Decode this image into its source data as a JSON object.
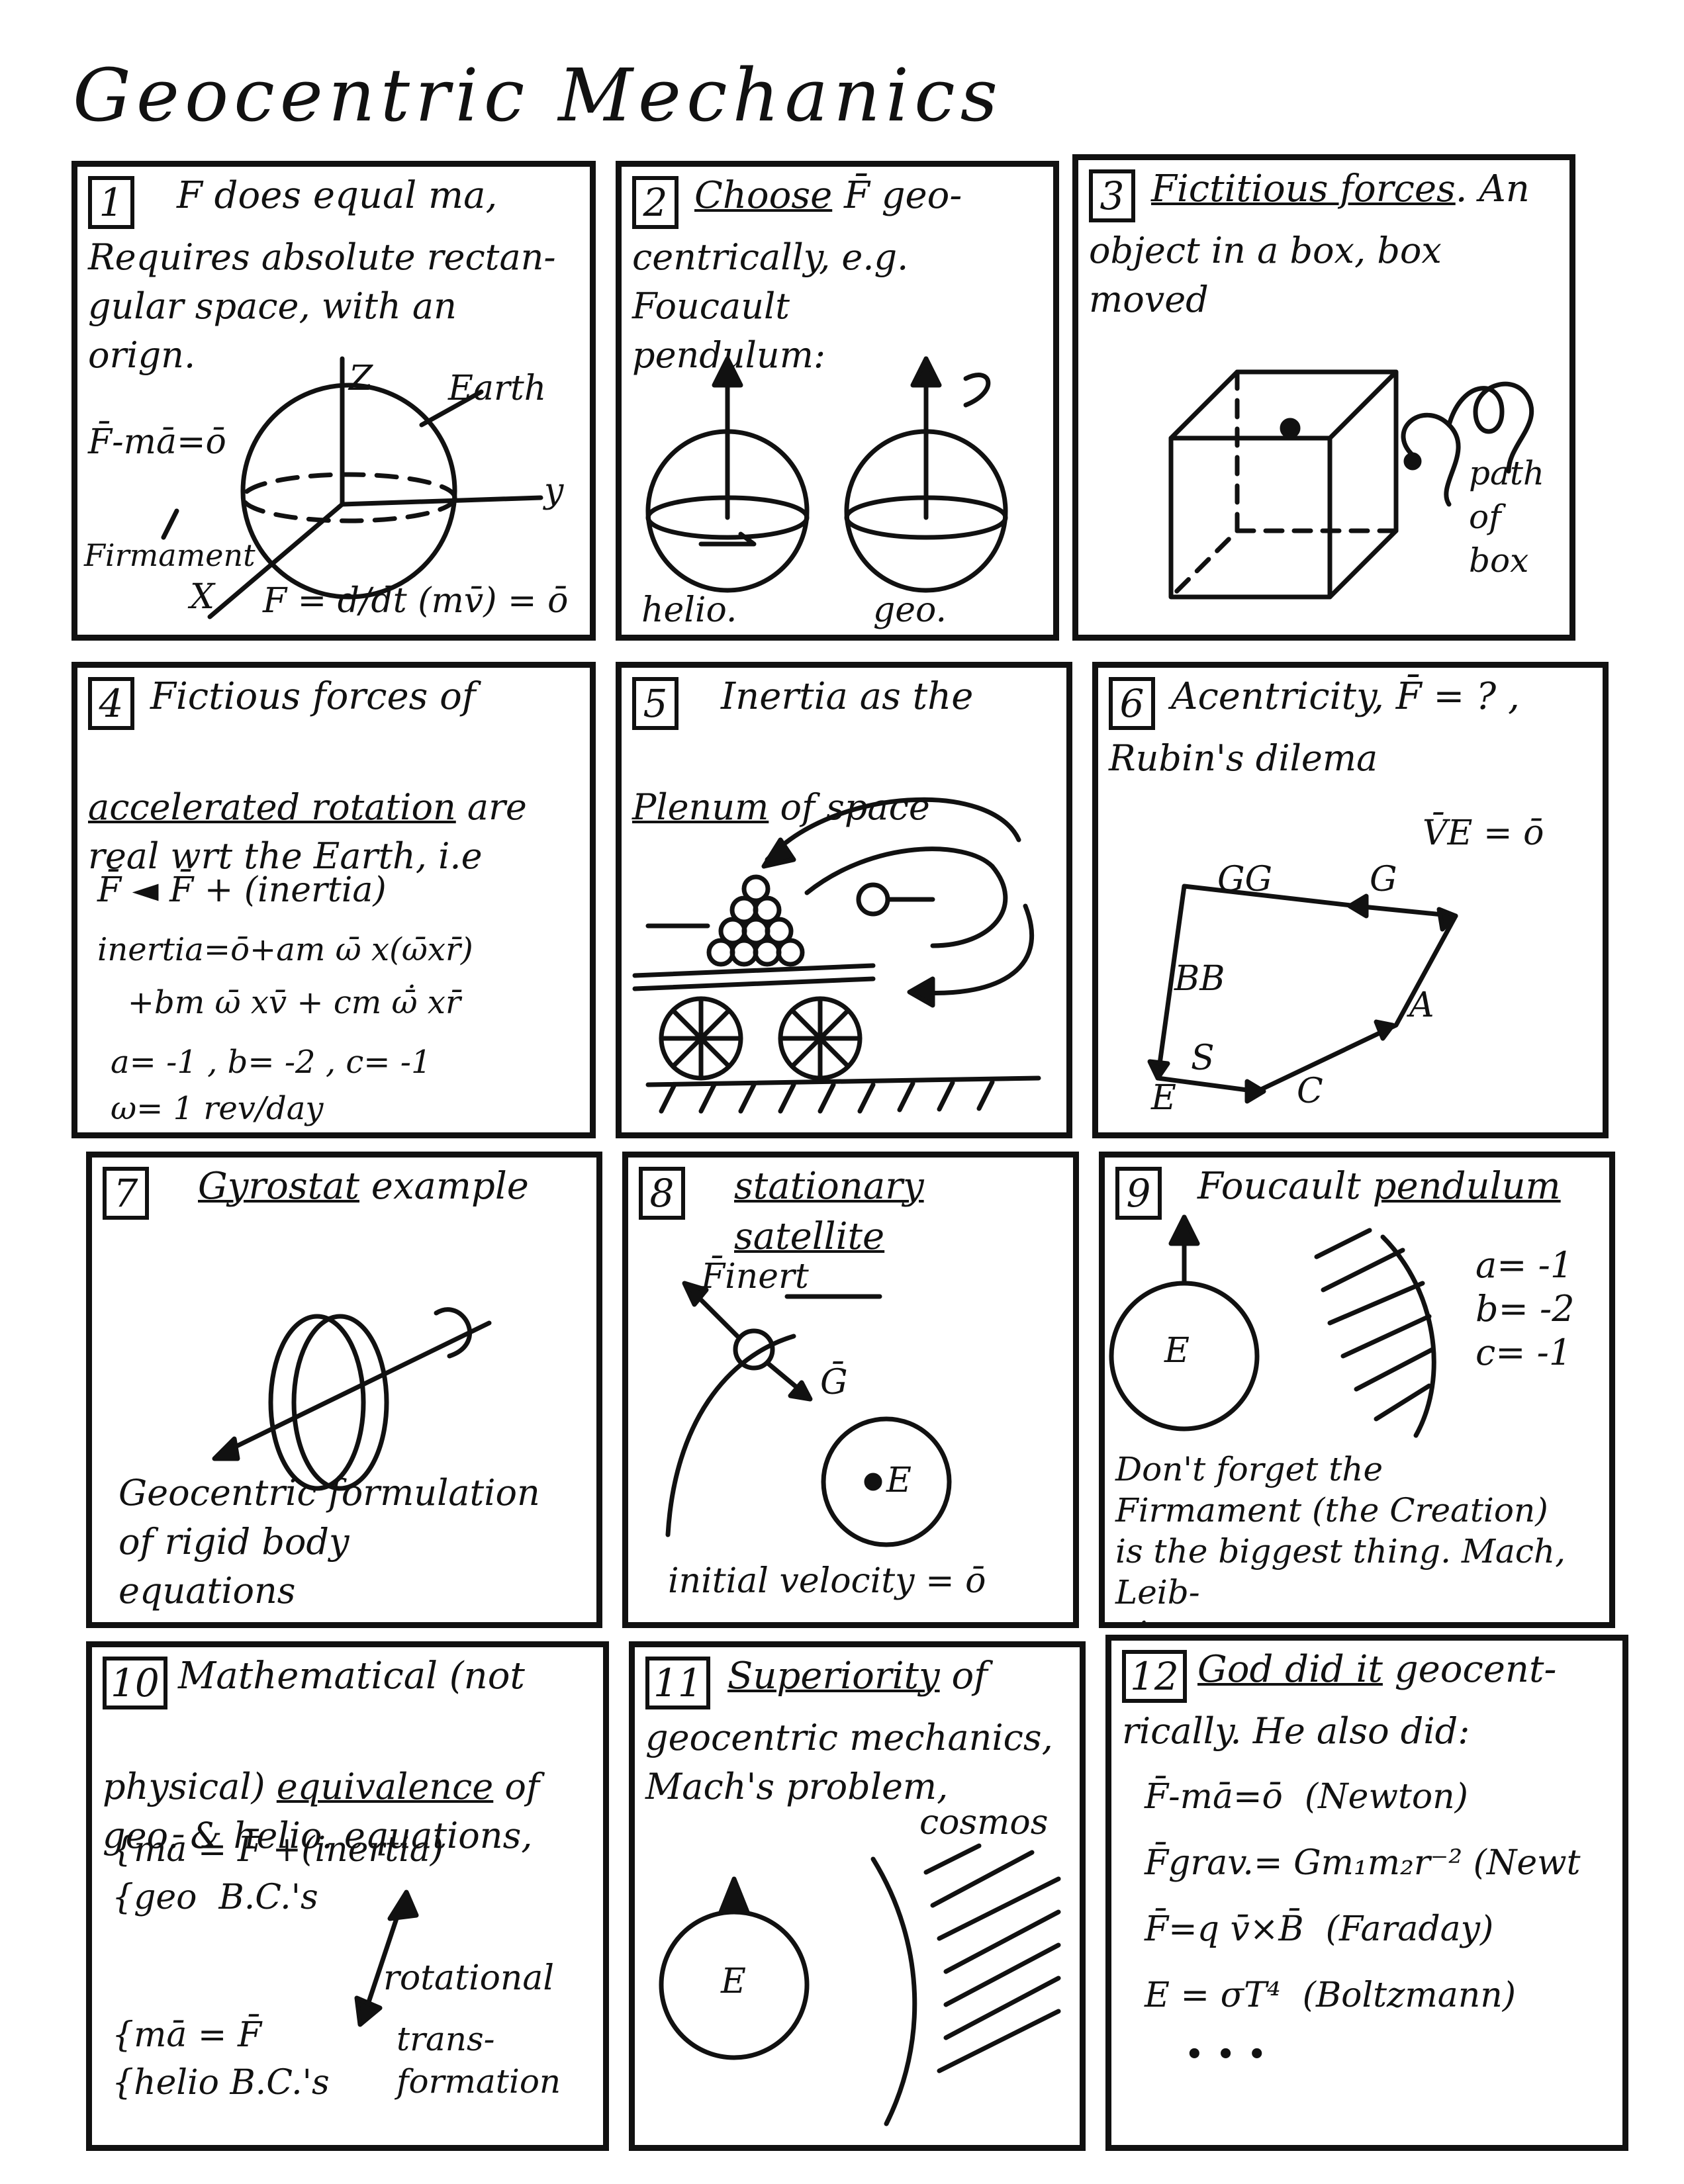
{
  "title": "Geocentric Mechanics",
  "panels": {
    "p1": {
      "num": "1",
      "head_a": "F does equal ma,",
      "text": "Requires absolute rectan-\ngular space, with an\norign.",
      "label_z": "Z",
      "label_earth": "Earth",
      "eq_top": "F̄-mā=ō",
      "label_firmament": "Firmament",
      "label_x": "X",
      "label_y": "y",
      "eq_bottom": "F = d/dt (mv̄) = ō"
    },
    "p2": {
      "num": "2",
      "head_a": "Choose",
      "head_b": " F̄ geo-",
      "text": "centrically, e.g. Foucault\npendulum:",
      "label_helio": "helio.",
      "label_geo": "geo."
    },
    "p3": {
      "num": "3",
      "head_a": "Fictitious forces",
      "head_b": ". An",
      "text": "object in a box, box\nmoved",
      "label_path": "path of\nbox"
    },
    "p4": {
      "num": "4",
      "head_a": "Fictious forces of",
      "text_a": "accelerated rotation",
      "text_b": " are\nreal wrt the Earth, i.e",
      "eq1": "F̄ ◄ F̄ + (inertia)",
      "eq2": "inertia=ō+am ω̄ x(ω̄xr̄)",
      "eq3": "   +bm ω̄ xv̄ + cm ω̄̇ xr̄",
      "eq4": "a= -1 , b= -2 , c= -1",
      "eq5": "ω= 1 rev/day"
    },
    "p5": {
      "num": "5",
      "head_a": "Inertia as the",
      "text_a": "Plenum",
      "text_b": " of space"
    },
    "p6": {
      "num": "6",
      "head_a": "Acentricity, F̄ = ? ,",
      "text": "Rubin's dilema",
      "label_ve": "V̄E = ō",
      "label_gg": "GG",
      "label_g": "G",
      "label_bb": "BB",
      "label_a": "A",
      "label_s": "S",
      "label_e": "E",
      "label_c": "C"
    },
    "p7": {
      "num": "7",
      "head_a": "Gyrostat",
      "head_b": " example",
      "text": "Geocentric formulation\nof rigid body\nequations"
    },
    "p8": {
      "num": "8",
      "head_a": "stationary satellite",
      "label_finert": "F̄inert",
      "label_g": "Ḡ",
      "label_e": "E",
      "text": "initial velocity = ō"
    },
    "p9": {
      "num": "9",
      "head_a": "Foucault ",
      "head_b": "pendulum",
      "label_e": "E",
      "coef": "a= -1\nb= -2\nc= -1",
      "text": "Don't forget the\nFirmament (the Creation)\nis the biggest thing. Mach, Leib-\nnitz"
    },
    "p10": {
      "num": "10",
      "head_a": "Mathematical (not",
      "text_a": "physical) ",
      "text_b": "equivalence",
      "text_c": " of\ngeo. & helio. equations,",
      "eq_geo": "{mā = F̄ +(inertia)\n{geo  B.C.'s",
      "eq_helio": "{mā = F̄\n{helio B.C.'s",
      "label_rot": "rotational",
      "label_trans": "trans-\nformation"
    },
    "p11": {
      "num": "11",
      "head_a": "Superiority",
      "head_b": " of",
      "text": "geocentric mechanics,\nMach's problem,",
      "label_cosmos": "cosmos",
      "label_e": "E"
    },
    "p12": {
      "num": "12",
      "head_a": "God did it",
      "head_b": " geocent-",
      "text": "rically. He also did:",
      "eq1": "F̄-mā=ō  (Newton)",
      "eq2": "F̄grav.= Gm₁m₂r⁻² (Newt",
      "eq3": "F̄=q v̄×B̄  (Faraday)",
      "eq4": "E = σT⁴  (Boltzmann)",
      "eq5": "• • •"
    }
  }
}
